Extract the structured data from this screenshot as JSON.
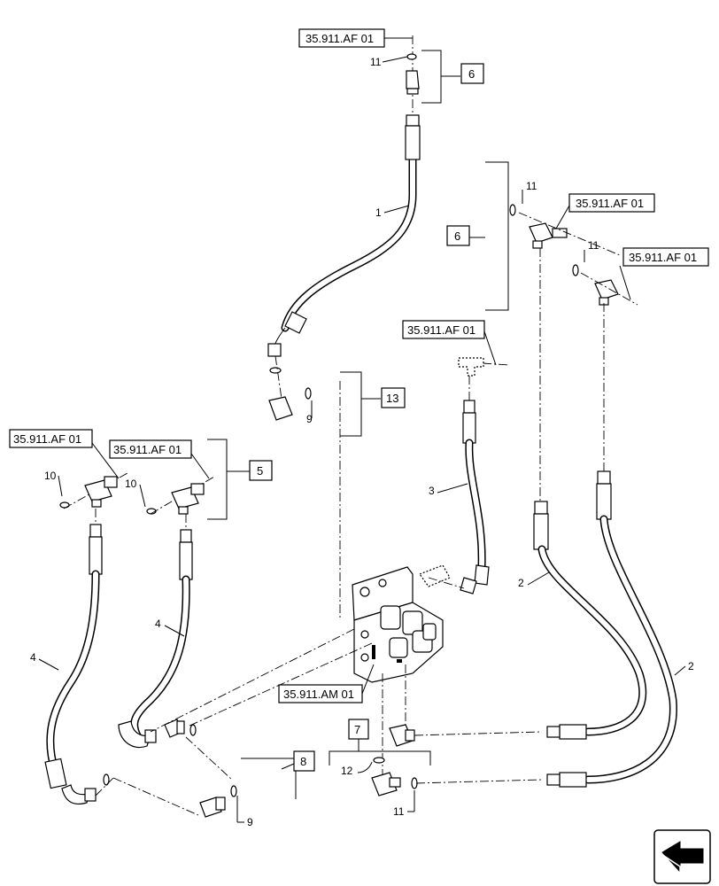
{
  "refs": {
    "r1": "35.911.AF 01",
    "r2": "35.911.AF 01",
    "r3": "35.911.AF 01",
    "r4": "35.911.AF 01",
    "r5": "35.911.AF 01",
    "r6": "35.911.AF 01",
    "r7": "35.911.AM 01"
  },
  "boxes": {
    "b6a": "6",
    "b6b": "6",
    "b13": "13",
    "b5": "5",
    "b7": "7",
    "b8": "8"
  },
  "labels": {
    "n11a": "11",
    "n11b": "11",
    "n11c": "11",
    "n11d": "11",
    "n1": "1",
    "n9a": "9",
    "n9b": "9",
    "n10a": "10",
    "n10b": "10",
    "n3": "3",
    "n4a": "4",
    "n4b": "4",
    "n2a": "2",
    "n2b": "2",
    "n12": "12"
  },
  "icons": {
    "nav": "arrow-nav-icon"
  }
}
